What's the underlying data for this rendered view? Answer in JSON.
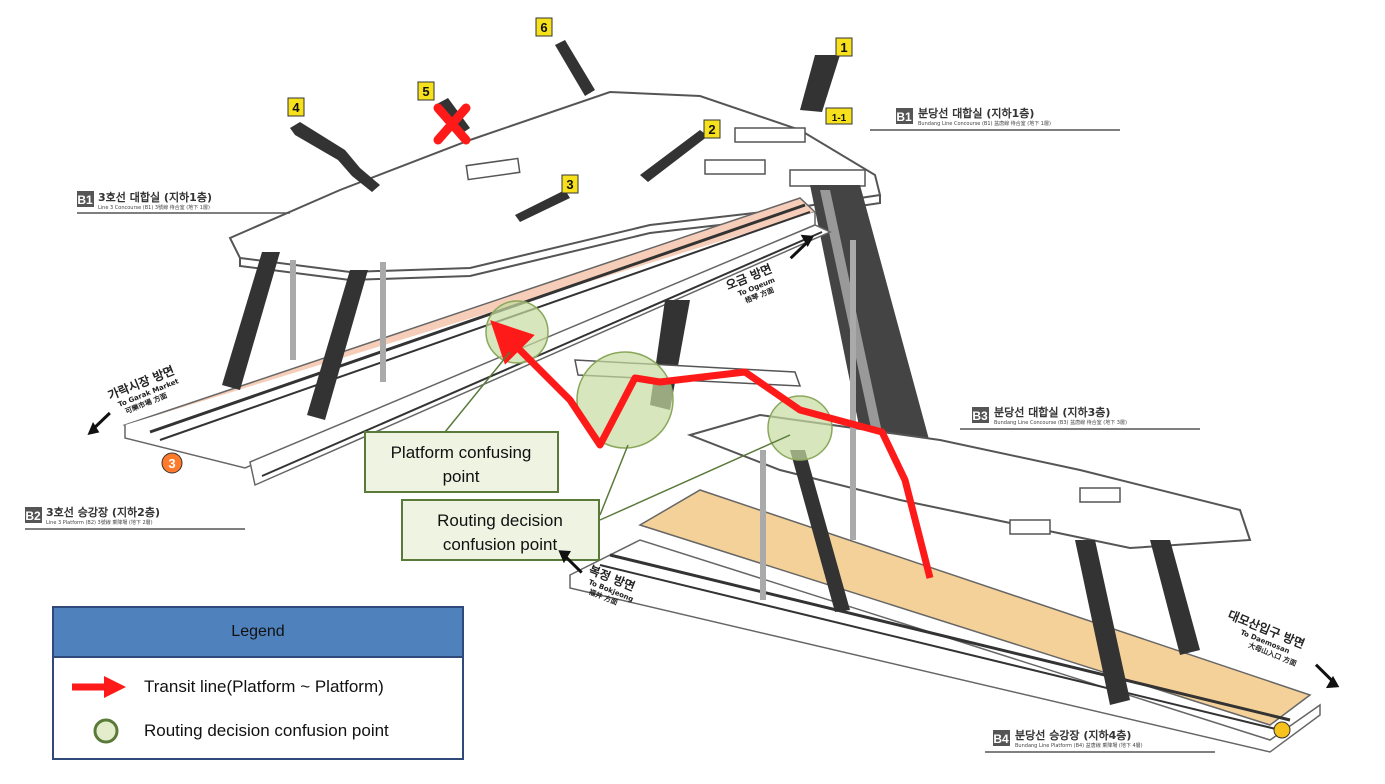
{
  "legend": {
    "title": "Legend",
    "items": [
      {
        "label": "Transit line(Platform ~ Platform)",
        "icon": "red-arrow-icon"
      },
      {
        "label": "Routing decision confusion point",
        "icon": "green-circle-icon"
      }
    ]
  },
  "callouts": {
    "platform_confusing": [
      "Platform confusing",
      "point"
    ],
    "routing_decision": [
      "Routing decision",
      "confusion point"
    ]
  },
  "levels": {
    "b1_line3": {
      "badge": "B1",
      "title": "3호선 대합실 (지하1층)",
      "sub": "Line 3 Concourse (B1) 3號線 待合室 (地下 1層)"
    },
    "b1_bundang": {
      "badge": "B1",
      "title": "분당선 대합실 (지하1층)",
      "sub": "Bundang Line Concourse (B1) 盆唐線 待合室 (地下 1層)"
    },
    "b2_line3": {
      "badge": "B2",
      "title": "3호선 승강장 (지하2층)",
      "sub": "Line 3 Platform (B2) 3號線 乘降場 (地下 2層)"
    },
    "b3_bundang": {
      "badge": "B3",
      "title": "분당선 대합실 (지하3층)",
      "sub": "Bundang Line Concourse (B3) 盆唐線 待合室 (地下 3層)"
    },
    "b4_bundang": {
      "badge": "B4",
      "title": "분당선 승강장 (지하4층)",
      "sub": "Bundang Line Platform (B4) 盆唐線 乘降場 (地下 4層)"
    }
  },
  "directions": {
    "garak": {
      "ko": "가락시장 방면",
      "en": "To Garak Market",
      "sub": "可樂市場 方面"
    },
    "ogeum": {
      "ko": "오금 방면",
      "en": "To Ogeum",
      "sub": "梧琴 方面"
    },
    "bokjeong": {
      "ko": "복정 방면",
      "en": "To Bokjeong",
      "sub": "福井 方面"
    },
    "daemosan": {
      "ko": "대모산입구 방면",
      "en": "To Daemosan",
      "sub": "大母山入口 方面"
    }
  },
  "exits": [
    "1",
    "1-1",
    "2",
    "3",
    "4",
    "5",
    "6"
  ],
  "line_badges": [
    "3"
  ],
  "colors": {
    "transit_line": "#ff1a1a",
    "confusion_point": "#c6dca0",
    "line3_platform": "#f6cdb8",
    "bundang_platform": "#f5d19a",
    "legend_header": "#4f81bd",
    "callout_box": "#eef3e2",
    "callout_border": "#5a7a3a",
    "line3_badge": "#ff7a2a",
    "bundang_badge": "#f7c21c"
  }
}
